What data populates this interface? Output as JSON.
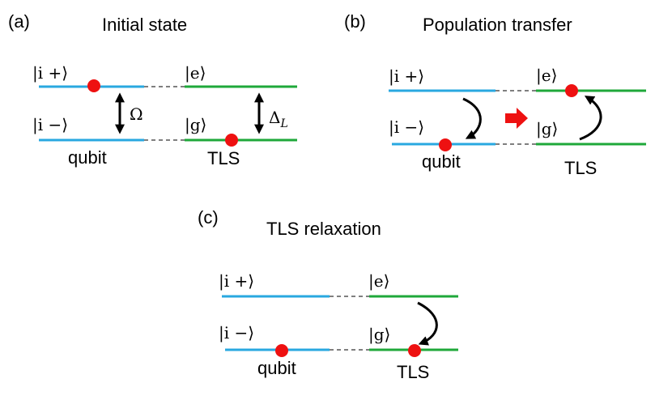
{
  "panels": {
    "a": {
      "tag": "(a)",
      "title": "Initial state",
      "ket_iplus": "|i +⟩",
      "ket_iminus": "|i −⟩",
      "ket_e": "|e⟩",
      "ket_g": "|g⟩",
      "omega": "Ω",
      "delta": "Δ",
      "delta_sub": "L",
      "qubit": "qubit",
      "tls": "TLS"
    },
    "b": {
      "tag": "(b)",
      "title": "Population transfer",
      "ket_iplus": "|i +⟩",
      "ket_iminus": "|i −⟩",
      "ket_e": "|e⟩",
      "ket_g": "|g⟩",
      "qubit": "qubit",
      "tls": "TLS"
    },
    "c": {
      "tag": "(c)",
      "title": "TLS relaxation",
      "ket_iplus": "|i +⟩",
      "ket_iminus": "|i −⟩",
      "ket_e": "|e⟩",
      "ket_g": "|g⟩",
      "qubit": "qubit",
      "tls": "TLS"
    }
  },
  "colors": {
    "qubit_level": "#29a8e0",
    "tls_level": "#1fa83a",
    "population_dot": "#ee1111",
    "transfer_arrow": "#ee1111"
  }
}
